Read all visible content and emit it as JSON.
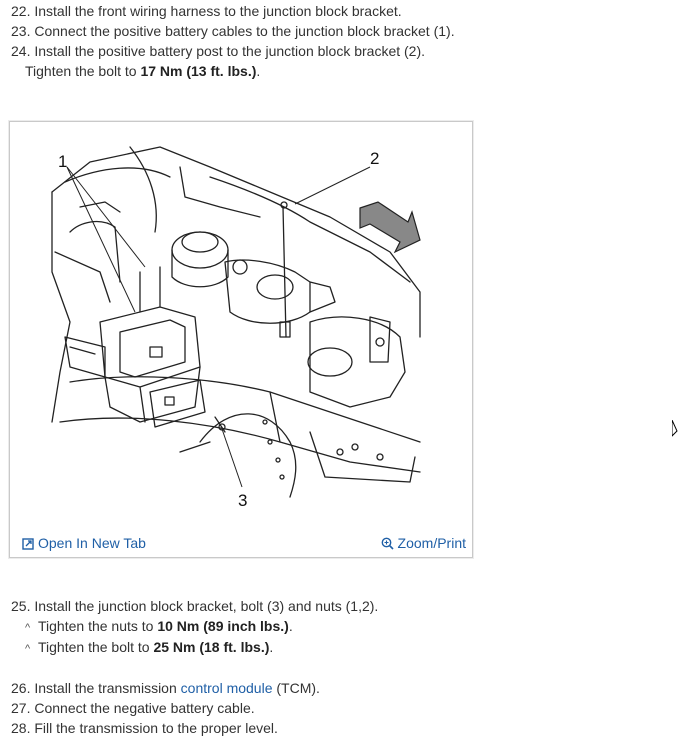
{
  "steps_top": [
    {
      "num": "22.",
      "text": "Install the front wiring harness to the junction block bracket."
    },
    {
      "num": "23.",
      "text": "Connect the positive battery cables to the junction block bracket (1)."
    },
    {
      "num": "24.",
      "text": "Install the positive battery post to the junction block bracket (2)."
    }
  ],
  "tighten_24": {
    "pre": "Tighten the bolt to ",
    "value": "17 Nm (13 ft. lbs.)",
    "post": "."
  },
  "figure": {
    "callouts": [
      "1",
      "2",
      "3"
    ],
    "open_tab_label": "Open In New Tab",
    "zoom_label": "Zoom/Print",
    "icons": {
      "open_tab": "open-new-tab-icon",
      "zoom": "zoom-magnifier-icon"
    }
  },
  "step_25": {
    "num": "25.",
    "text": "Install the junction block bracket, bolt (3) and nuts (1,2)."
  },
  "step_25_subs": [
    {
      "caret": "^",
      "pre": "Tighten the nuts to ",
      "value": "10 Nm (89 inch lbs.)",
      "post": "."
    },
    {
      "caret": "^",
      "pre": "Tighten the bolt to ",
      "value": "25 Nm (18 ft. lbs.)",
      "post": "."
    }
  ],
  "step_26": {
    "num": "26.",
    "pre": "Install the transmission ",
    "link": "control module",
    "post": " (TCM)."
  },
  "steps_bottom": [
    {
      "num": "27.",
      "text": "Connect the negative battery cable."
    },
    {
      "num": "28.",
      "text": "Fill the transmission to the proper level."
    }
  ],
  "colors": {
    "link": "#1f5fa6",
    "text": "#333333",
    "border": "#c9c9c9"
  }
}
